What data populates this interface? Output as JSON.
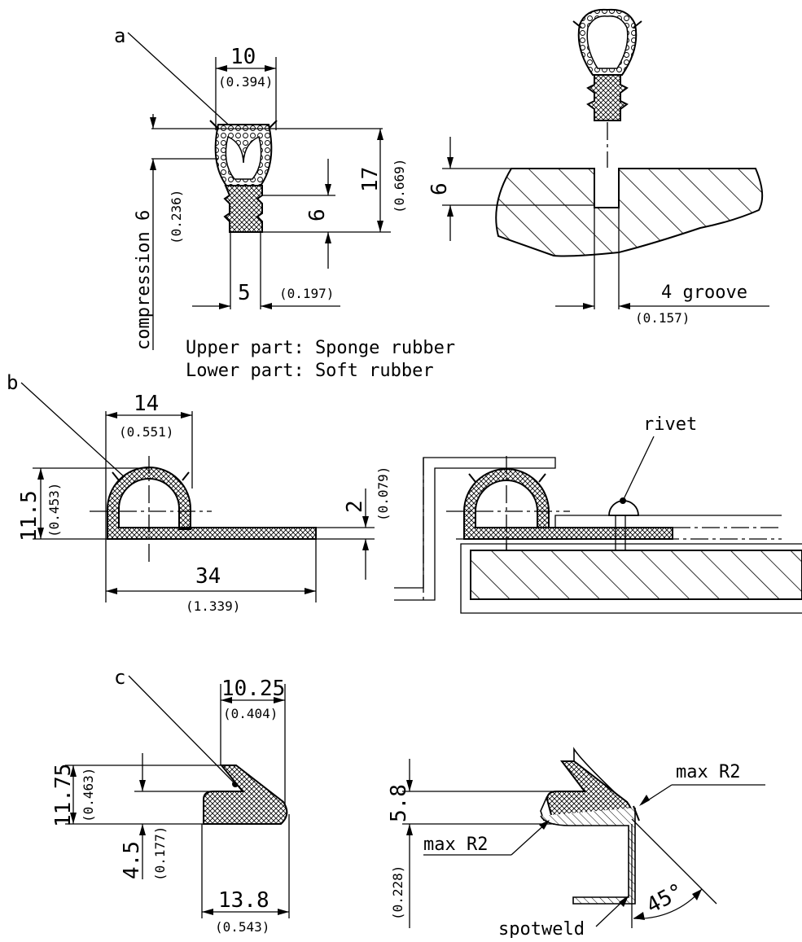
{
  "callouts": {
    "a": "a",
    "b": "b",
    "c": "c"
  },
  "profile_a": {
    "width_mm": "10",
    "width_in": "(0.394)",
    "height_mm": "17",
    "height_in": "(0.669)",
    "foot_height_mm": "6",
    "foot_width_mm": "5",
    "foot_width_in": "(0.197)",
    "compression": "compression 6",
    "compression_in": "(0.236)",
    "material_upper": "Upper part: Sponge rubber",
    "material_lower": "Lower part: Soft rubber"
  },
  "mount_a": {
    "depth_mm": "6",
    "groove": "4 groove",
    "groove_in": "(0.157)"
  },
  "profile_b": {
    "width_mm": "14",
    "width_in": "(0.551)",
    "height_mm": "11.5",
    "height_in": "(0.453)",
    "length_mm": "34",
    "length_in": "(1.339)",
    "thickness_mm": "2",
    "thickness_in": "(0.079)"
  },
  "mount_b": {
    "rivet": "rivet"
  },
  "profile_c": {
    "top_width_mm": "10.25",
    "top_width_in": "(0.404)",
    "height_mm": "11.75",
    "height_in": "(0.463)",
    "lip_height_mm": "4.5",
    "lip_height_in": "(0.177)",
    "base_width_mm": "13.8",
    "base_width_in": "(0.543)"
  },
  "mount_c": {
    "height_mm": "5.8",
    "height_in": "(0.228)",
    "radius_top": "max R2",
    "radius_bottom": "max R2",
    "angle": "45°",
    "spotweld": "spotweld"
  }
}
